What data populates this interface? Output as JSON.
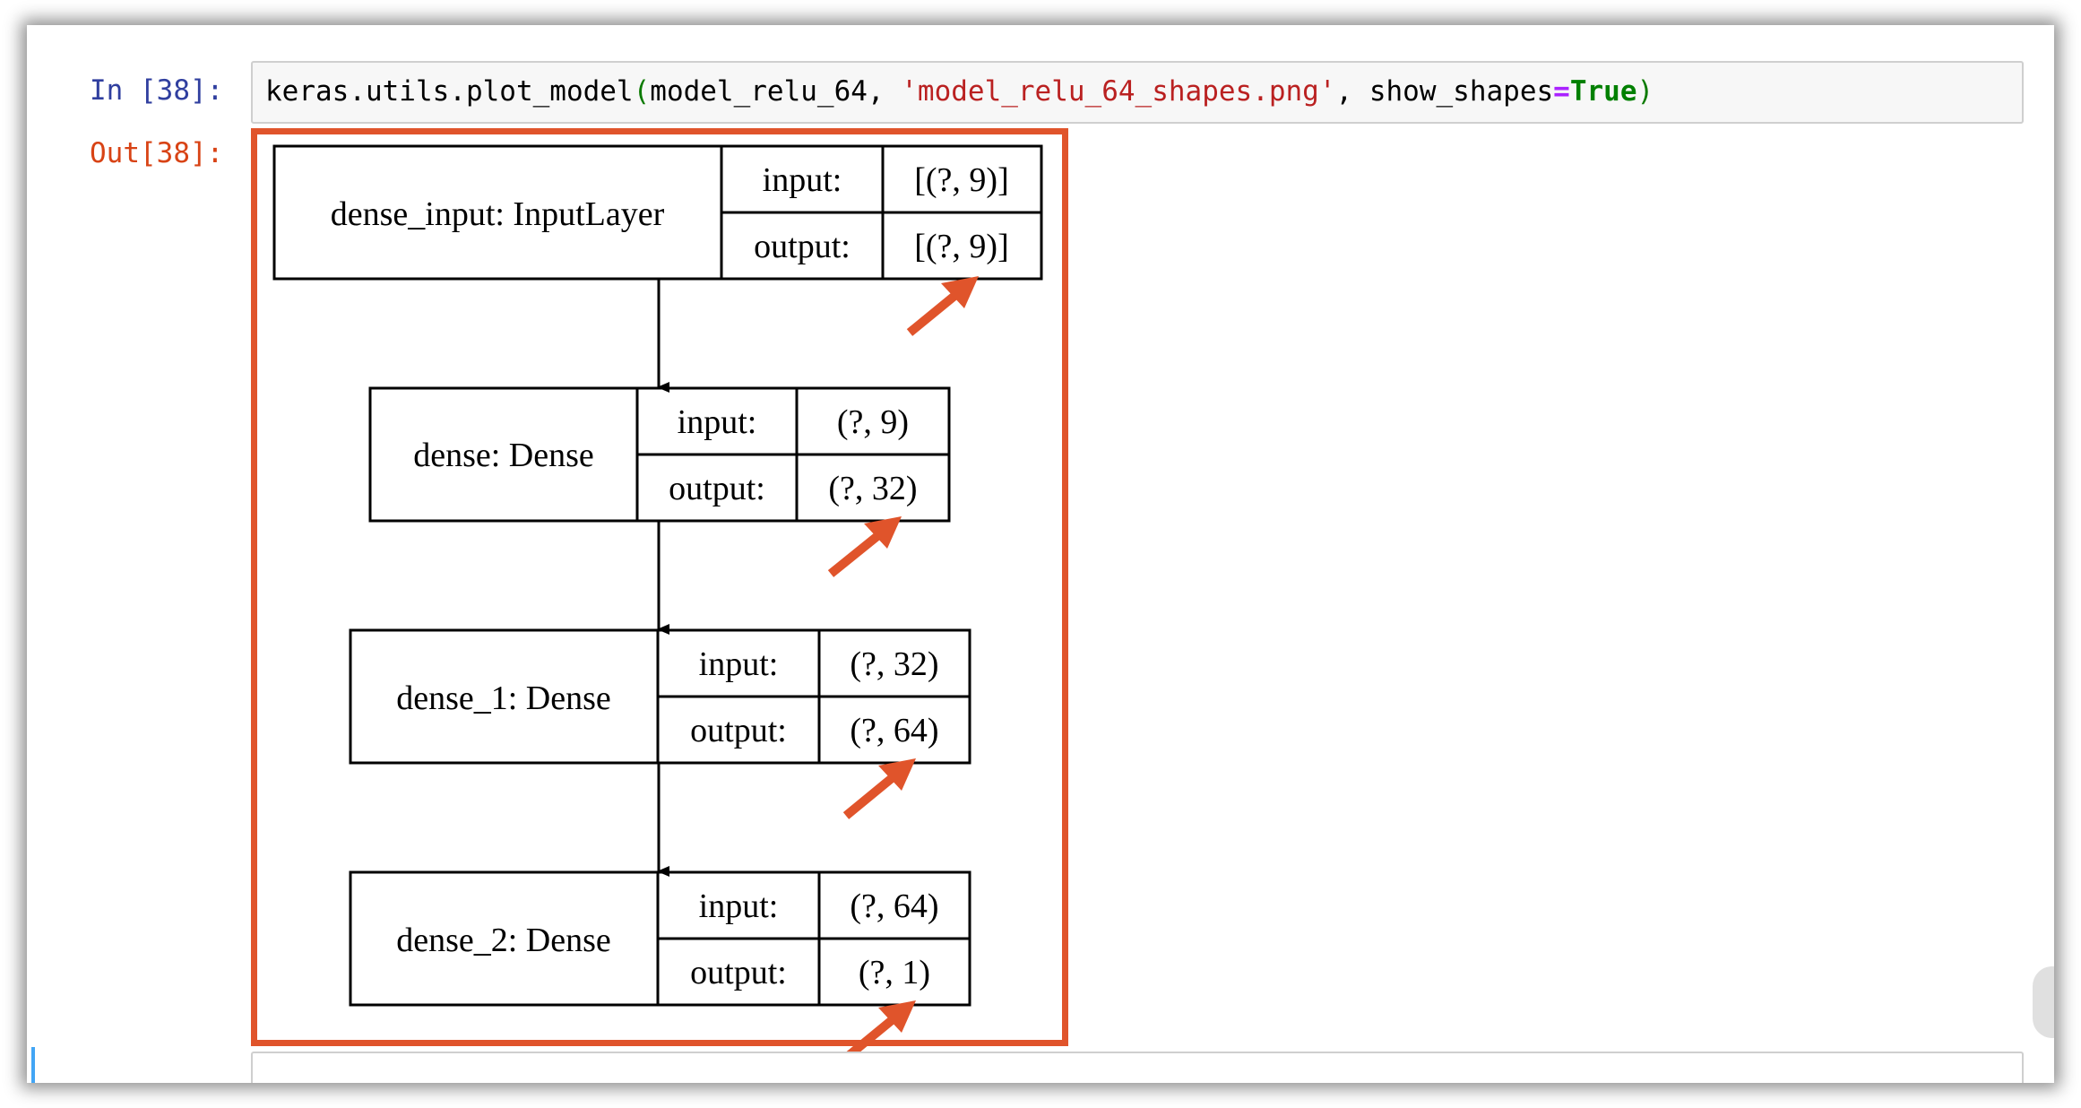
{
  "notebook": {
    "in_prompt": "In [38]:",
    "out_prompt": "Out[38]:",
    "code": {
      "fn": "keras.utils.plot_model",
      "open_paren": "(",
      "arg1": "model_relu_64, ",
      "arg2": "'model_relu_64_shapes.png'",
      "sep": ", show_shapes",
      "eq": "=",
      "kw": "True",
      "close_paren": ")"
    }
  },
  "diagram": {
    "annotation_color": "#e0542b",
    "layers": [
      {
        "name": "dense_input: InputLayer",
        "input_label": "input:",
        "input_shape": "[(?, 9)]",
        "output_label": "output:",
        "output_shape": "[(?, 9)]"
      },
      {
        "name": "dense: Dense",
        "input_label": "input:",
        "input_shape": "(?, 9)",
        "output_label": "output:",
        "output_shape": "(?, 32)"
      },
      {
        "name": "dense_1: Dense",
        "input_label": "input:",
        "input_shape": "(?, 32)",
        "output_label": "output:",
        "output_shape": "(?, 64)"
      },
      {
        "name": "dense_2: Dense",
        "input_label": "input:",
        "input_shape": "(?, 64)",
        "output_label": "output:",
        "output_shape": "(?, 1)"
      }
    ]
  }
}
